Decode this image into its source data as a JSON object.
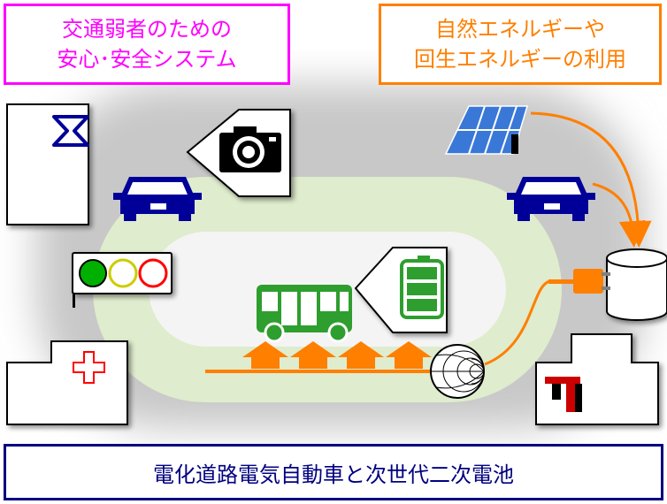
{
  "safety_box": {
    "line1": "交通弱者のための",
    "line2": "安心･安全システム"
  },
  "energy_box": {
    "line1": "自然エネルギーや",
    "line2": "回生エネルギーの利用"
  },
  "title_box": {
    "text": "電化道路電気自動車と次世代二次電池"
  },
  "colors": {
    "safety_accent": "#ff00ff",
    "energy_accent": "#ff7f00",
    "title_accent": "#000080",
    "road": "#dfeccd",
    "car": "#000099",
    "bus_battery": "#2e9e2e",
    "charging_arrows": "#ff7f00",
    "hospital_cross": "#ff0000"
  },
  "icons": [
    "hourglass-icon",
    "camera-icon",
    "car-icon",
    "traffic-light-icon",
    "bus-icon",
    "battery-icon",
    "solar-panel-icon",
    "storage-tank-icon",
    "plug-icon",
    "smith-chart-icon",
    "hospital-cross-icon",
    "university-logo-icon"
  ]
}
